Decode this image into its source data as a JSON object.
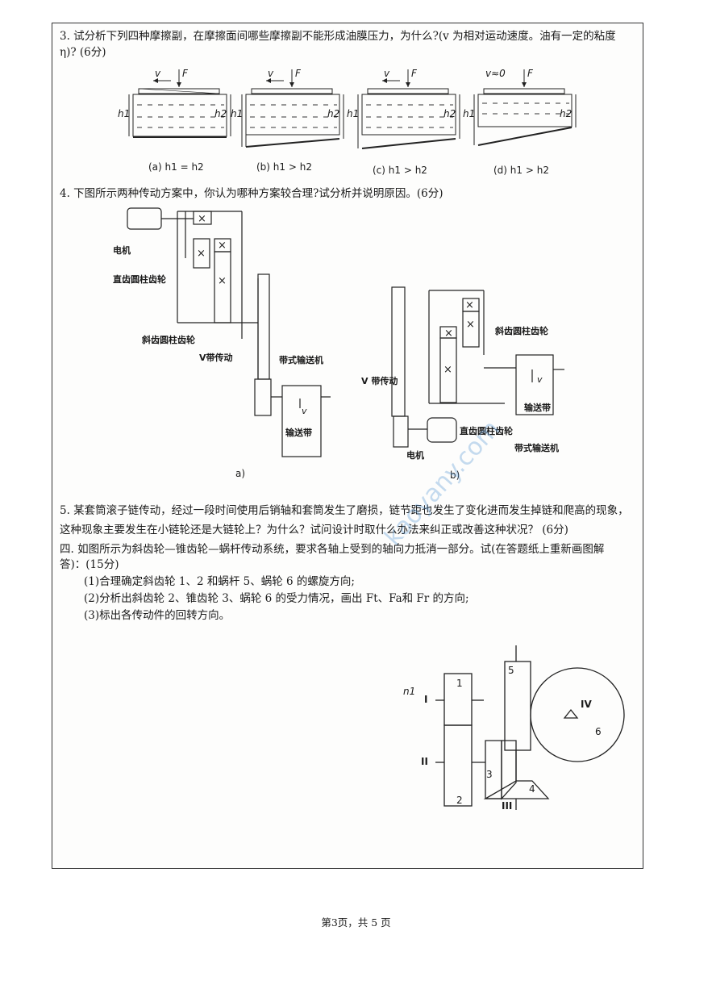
{
  "q3": {
    "line1": "3. 试分析下列四种摩擦副，在摩擦面间哪些摩擦副不能形成油膜压力，为什么?(v 为相对运动速度。油有一定的粘度",
    "line2": "η)? (6分)",
    "diagrams": [
      {
        "v": "v",
        "F": "F",
        "h1": "h1",
        "h2": "h2",
        "caption": "(a) h1 = h2"
      },
      {
        "v": "v",
        "F": "F",
        "h1": "h1",
        "h2": "h2",
        "caption": "(b) h1 > h2"
      },
      {
        "v": "v",
        "F": "F",
        "h1": "h1",
        "h2": "h2",
        "caption": "(c) h1 > h2"
      },
      {
        "v": "v≈0",
        "F": "F",
        "h1": "h1",
        "h2": "h2",
        "caption": "(d) h1 > h2"
      }
    ]
  },
  "q4": {
    "line1": "4. 下图所示两种传动方案中，你认为哪种方案较合理?试分析并说明原因。(6分)",
    "a": {
      "motor": "电机",
      "spur": "直齿圆柱齿轮",
      "helical": "斜齿圆柱齿轮",
      "vbelt": "V带传动",
      "conveyor": "带式输送机",
      "belt": "输送带",
      "v": "v",
      "label": "a)"
    },
    "b": {
      "helical": "斜齿圆柱齿轮",
      "vbelt": "V 带传动",
      "belt": "输送带",
      "spur": "直齿圆柱齿轮",
      "motor": "电机",
      "conveyor": "带式输送机",
      "v": "v",
      "label": "b)"
    }
  },
  "q5": {
    "line1": "5. 某套筒滚子链传动，经过一段时间使用后销轴和套筒发生了磨损，链节距也发生了变化进而发生掉链和爬高的现象，",
    "line2": "这种现象主要发生在小链轮还是大链轮上？为什么？试问设计时取什么办法来纠正或改善这种状况？ (6分)"
  },
  "q_iv": {
    "line1": "四. 如图所示为斜齿轮—锥齿轮—蜗杆传动系统，要求各轴上受到的轴向力抵消一部分。试(在答题纸上重新画图解",
    "line2": "答)：(15分)",
    "items": [
      "(1)合理确定斜齿轮 1、2 和蜗杆 5、蜗轮 6 的螺旋方向;",
      "(2)分析出斜齿轮 2、锥齿轮 3、蜗轮 6 的受力情况，画出 Ft、Fa和 Fr 的方向;",
      "(3)标出各传动件的回转方向。"
    ],
    "labels": {
      "n1": "n1",
      "shaft1": "I",
      "shaft2": "II",
      "shaft3": "III",
      "shaft4": "IV",
      "g1": "1",
      "g2": "2",
      "g3": "3",
      "g4": "4",
      "g5": "5",
      "g6": "6"
    }
  },
  "footer": "第3页，共 5 页",
  "watermark": "kaoyany.com"
}
